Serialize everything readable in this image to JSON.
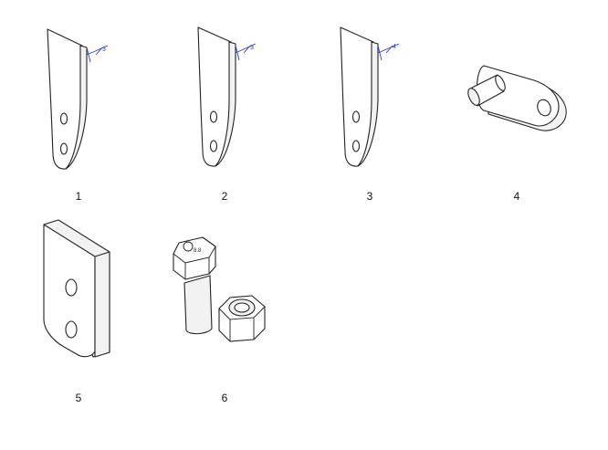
{
  "parts": [
    {
      "label": "1",
      "dim": "3"
    },
    {
      "label": "2",
      "dim": "3"
    },
    {
      "label": "3",
      "dim": "4"
    },
    {
      "label": "4"
    },
    {
      "label": "5"
    },
    {
      "label": "6",
      "bolt_marks": [
        "8.8"
      ]
    }
  ]
}
